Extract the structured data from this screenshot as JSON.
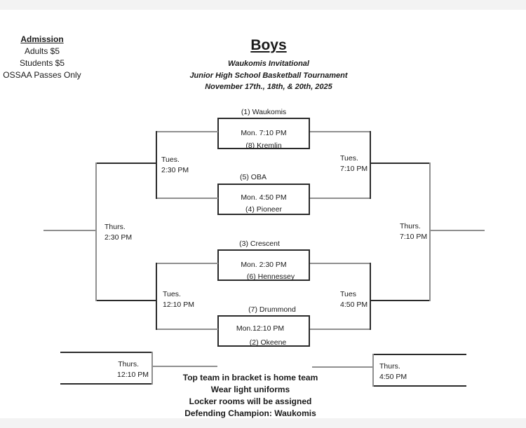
{
  "admission": {
    "heading": "Admission",
    "adults": "Adults $5",
    "students": "Students $5",
    "passes": "OSSAA Passes Only"
  },
  "header": {
    "title": "Boys",
    "event": "Waukomis Invitational",
    "tournament": "Junior High School Basketball Tournament",
    "dates": "November 17th., 18th, & 20th, 2025"
  },
  "first_round": [
    {
      "top": "(1) Waukomis",
      "time": "Mon. 7:10 PM",
      "bottom": "(8) Kremlin"
    },
    {
      "top": "(5) OBA",
      "time": "Mon. 4:50 PM",
      "bottom": "(4) Pioneer"
    },
    {
      "top": "(3) Crescent",
      "time": "Mon. 2:30 PM",
      "bottom": "(6) Hennessey"
    },
    {
      "top": "(7) Drummond",
      "time": "Mon.12:10 PM",
      "bottom": "(2) Okeene"
    }
  ],
  "winners_semis": {
    "top_day": "Tues.",
    "top_time": "7:10 PM",
    "bottom_day": "Tues",
    "bottom_time": "4:50 PM"
  },
  "consolation_semis": {
    "top_day": "Tues.",
    "top_time": "2:30 PM",
    "bottom_day": "Tues.",
    "bottom_time": "12:10 PM"
  },
  "finals": {
    "championship_day": "Thurs.",
    "championship_time": "7:10 PM",
    "consolation_day": "Thurs.",
    "consolation_time": "2:30 PM",
    "third_place_day": "Thurs.",
    "third_place_time": "4:50 PM",
    "seventh_place_day": "Thurs.",
    "seventh_place_time": "12:10 PM"
  },
  "notes": [
    "Top team in bracket is home team",
    "Wear light uniforms",
    "Locker rooms will be assigned",
    "Defending Champion: Waukomis"
  ],
  "colors": {
    "line": "#2a2a2a",
    "line_gray": "#8f8f8f",
    "paper": "#ffffff",
    "background": "#f3f3f3"
  }
}
